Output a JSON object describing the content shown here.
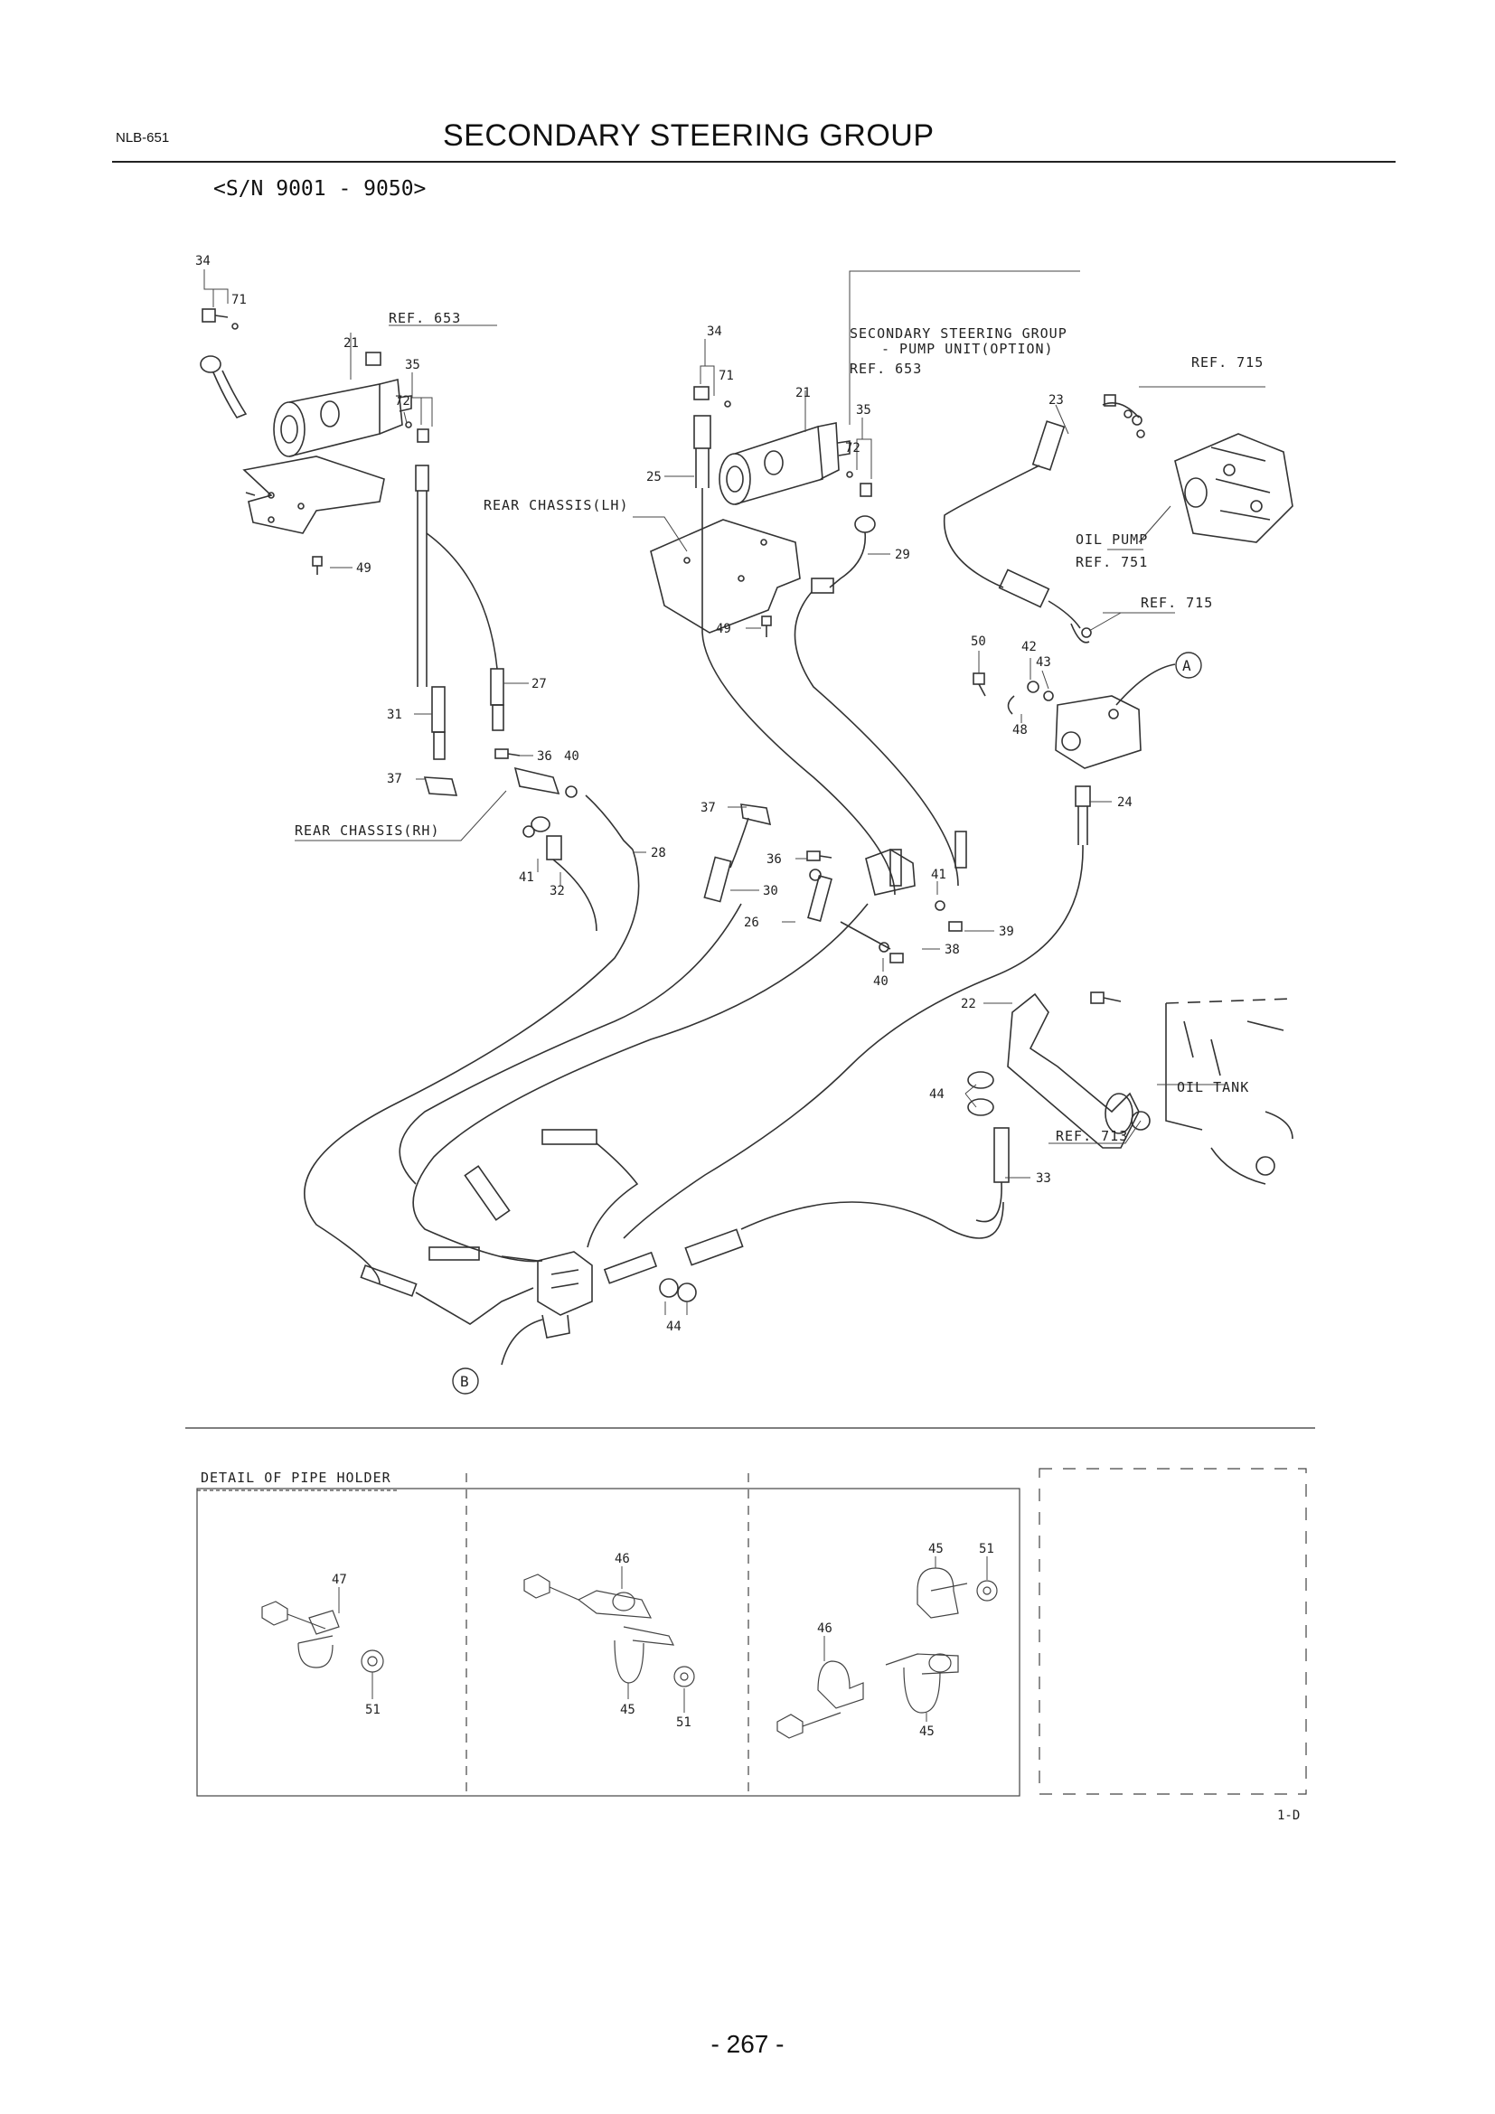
{
  "header": {
    "doc_code": "NLB-651",
    "title": "SECONDARY STEERING GROUP",
    "serial_range": "<S/N 9001 - 9050>"
  },
  "labels": {
    "ref_653_a": "REF. 653",
    "ref_653_b": "REF. 653",
    "ref_715_a": "REF. 715",
    "ref_715_b": "REF. 715",
    "ref_751": "REF. 751",
    "ref_713": "REF. 713",
    "sec_group_line1": "SECONDARY STEERING GROUP",
    "sec_group_line2": "- PUMP UNIT(OPTION)",
    "rear_chassis_lh": "REAR CHASSIS(LH)",
    "rear_chassis_rh": "REAR CHASSIS(RH)",
    "oil_pump": "OIL PUMP",
    "oil_tank": "OIL TANK",
    "view_a": "A",
    "view_b": "B",
    "detail_title": "DETAIL OF PIPE HOLDER",
    "sheet_code": "1-D"
  },
  "callouts": {
    "c34a": "34",
    "c71a": "71",
    "c21a": "21",
    "c35a": "35",
    "c72a": "72",
    "c49a": "49",
    "c27": "27",
    "c31": "31",
    "c36a": "36",
    "c40a": "40",
    "c37a": "37",
    "c41a": "41",
    "c32": "32",
    "c28": "28",
    "c34b": "34",
    "c71b": "71",
    "c21b": "21",
    "c35b": "35",
    "c72b": "72",
    "c25": "25",
    "c29": "29",
    "c49b": "49",
    "c23": "23",
    "c50": "50",
    "c42": "42",
    "c43": "43",
    "c48": "48",
    "c24": "24",
    "c37b": "37",
    "c36b": "36",
    "c30": "30",
    "c26": "26",
    "c41b": "41",
    "c39": "39",
    "c38": "38",
    "c40b": "40",
    "c22": "22",
    "c44a": "44",
    "c33": "33",
    "c44b": "44",
    "d47": "47",
    "d51a": "51",
    "d46a": "46",
    "d45a": "45",
    "d51b": "51",
    "d45b": "45",
    "d51c": "51",
    "d46b": "46",
    "d45c": "45"
  },
  "footer": {
    "page_number": "- 267 -"
  }
}
